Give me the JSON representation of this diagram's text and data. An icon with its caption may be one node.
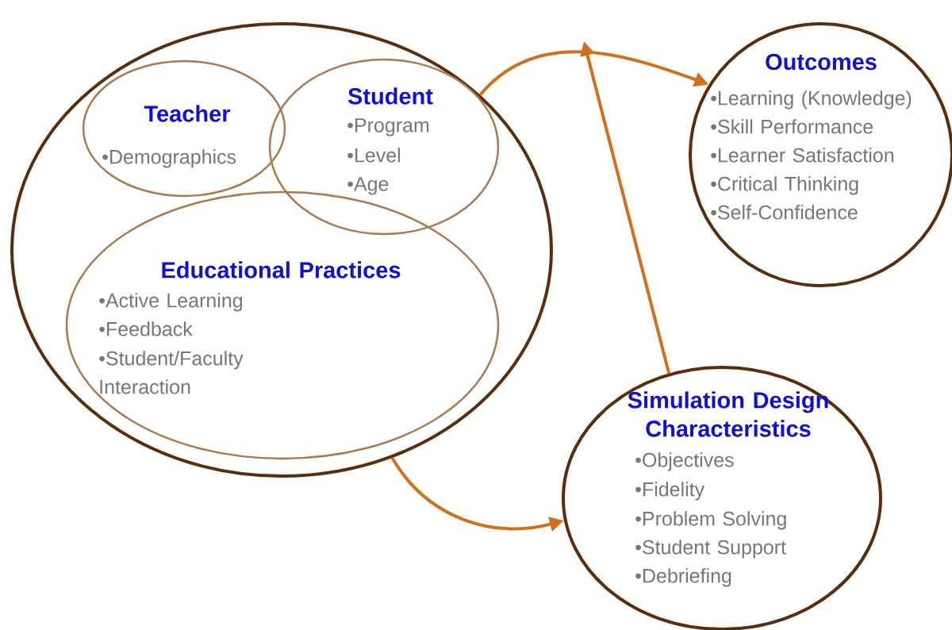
{
  "diagram": {
    "nodes": [
      {
        "text": [],
        "shape": "ellipse"
      },
      {
        "text": [
          "Teacher",
          "•Demographics"
        ],
        "in": 0
      },
      {
        "text": [
          "Student",
          "•Program",
          "•Level",
          "•Age"
        ],
        "in": 0
      },
      {
        "text": [
          "Educational Practices",
          "•Active Learning",
          "•Feedback",
          "•Student/Faculty Interaction"
        ],
        "in": 0
      },
      {
        "text": [
          "Outcomes",
          "•Learning (Knowledge)",
          "•Skill Performance",
          "•Learner Satisfaction",
          "•Critical Thinking",
          "•Self-Confidence"
        ]
      },
      {
        "text": [
          "Simulation Design Characteristics",
          "•Objectives",
          "•Fidelity",
          "•Problem Solving",
          "•Student Support",
          "•Debriefing"
        ]
      }
    ],
    "edges": [
      {
        "from": 0,
        "to": 4,
        "arrow": "to"
      },
      {
        "from": 0,
        "to": 5,
        "arrow": "to"
      },
      {
        "from": 5,
        "to": null,
        "arrow": "to"
      }
    ]
  }
}
